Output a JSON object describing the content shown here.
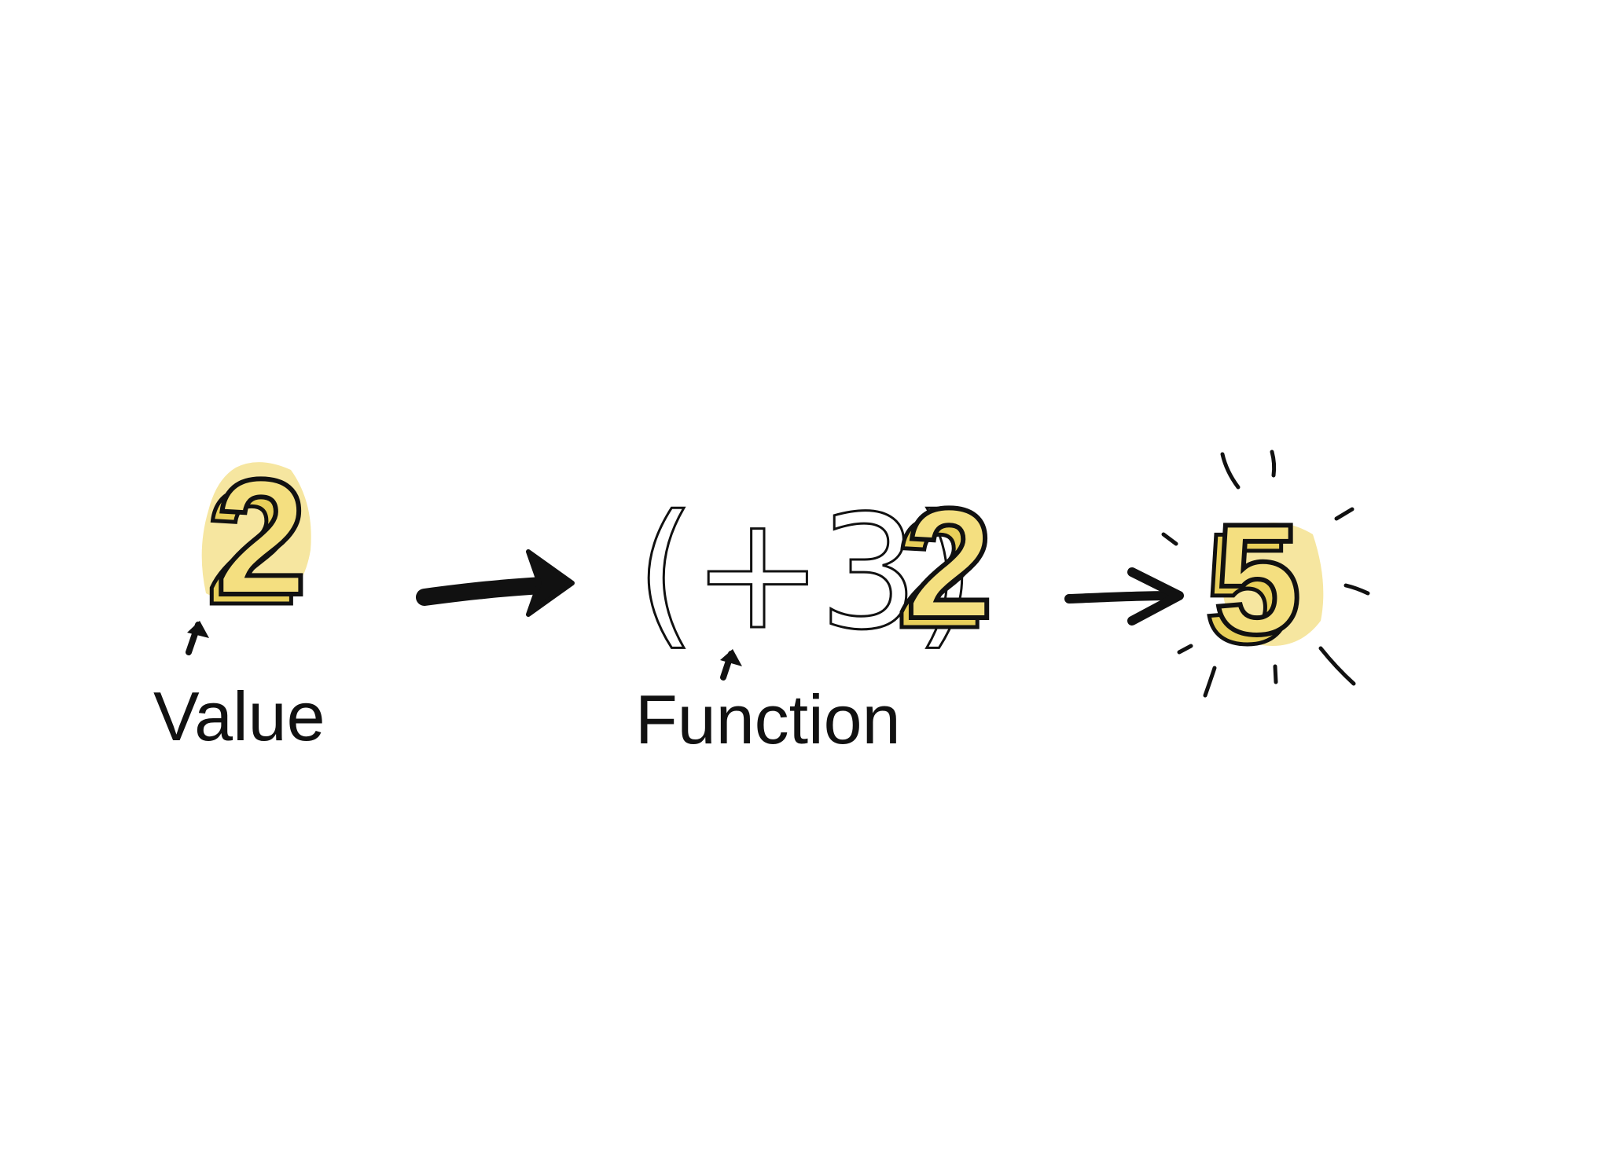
{
  "diagram": {
    "labels": {
      "value": "Value",
      "function": "Function"
    },
    "input_digit": "2",
    "function_expression": "(+3)",
    "function_argument": "2",
    "result_digit": "5"
  },
  "colors": {
    "ink": "#111111",
    "highlight": "#f6e6a0",
    "digit_fill": "#f2dc74",
    "background": "#ffffff"
  }
}
